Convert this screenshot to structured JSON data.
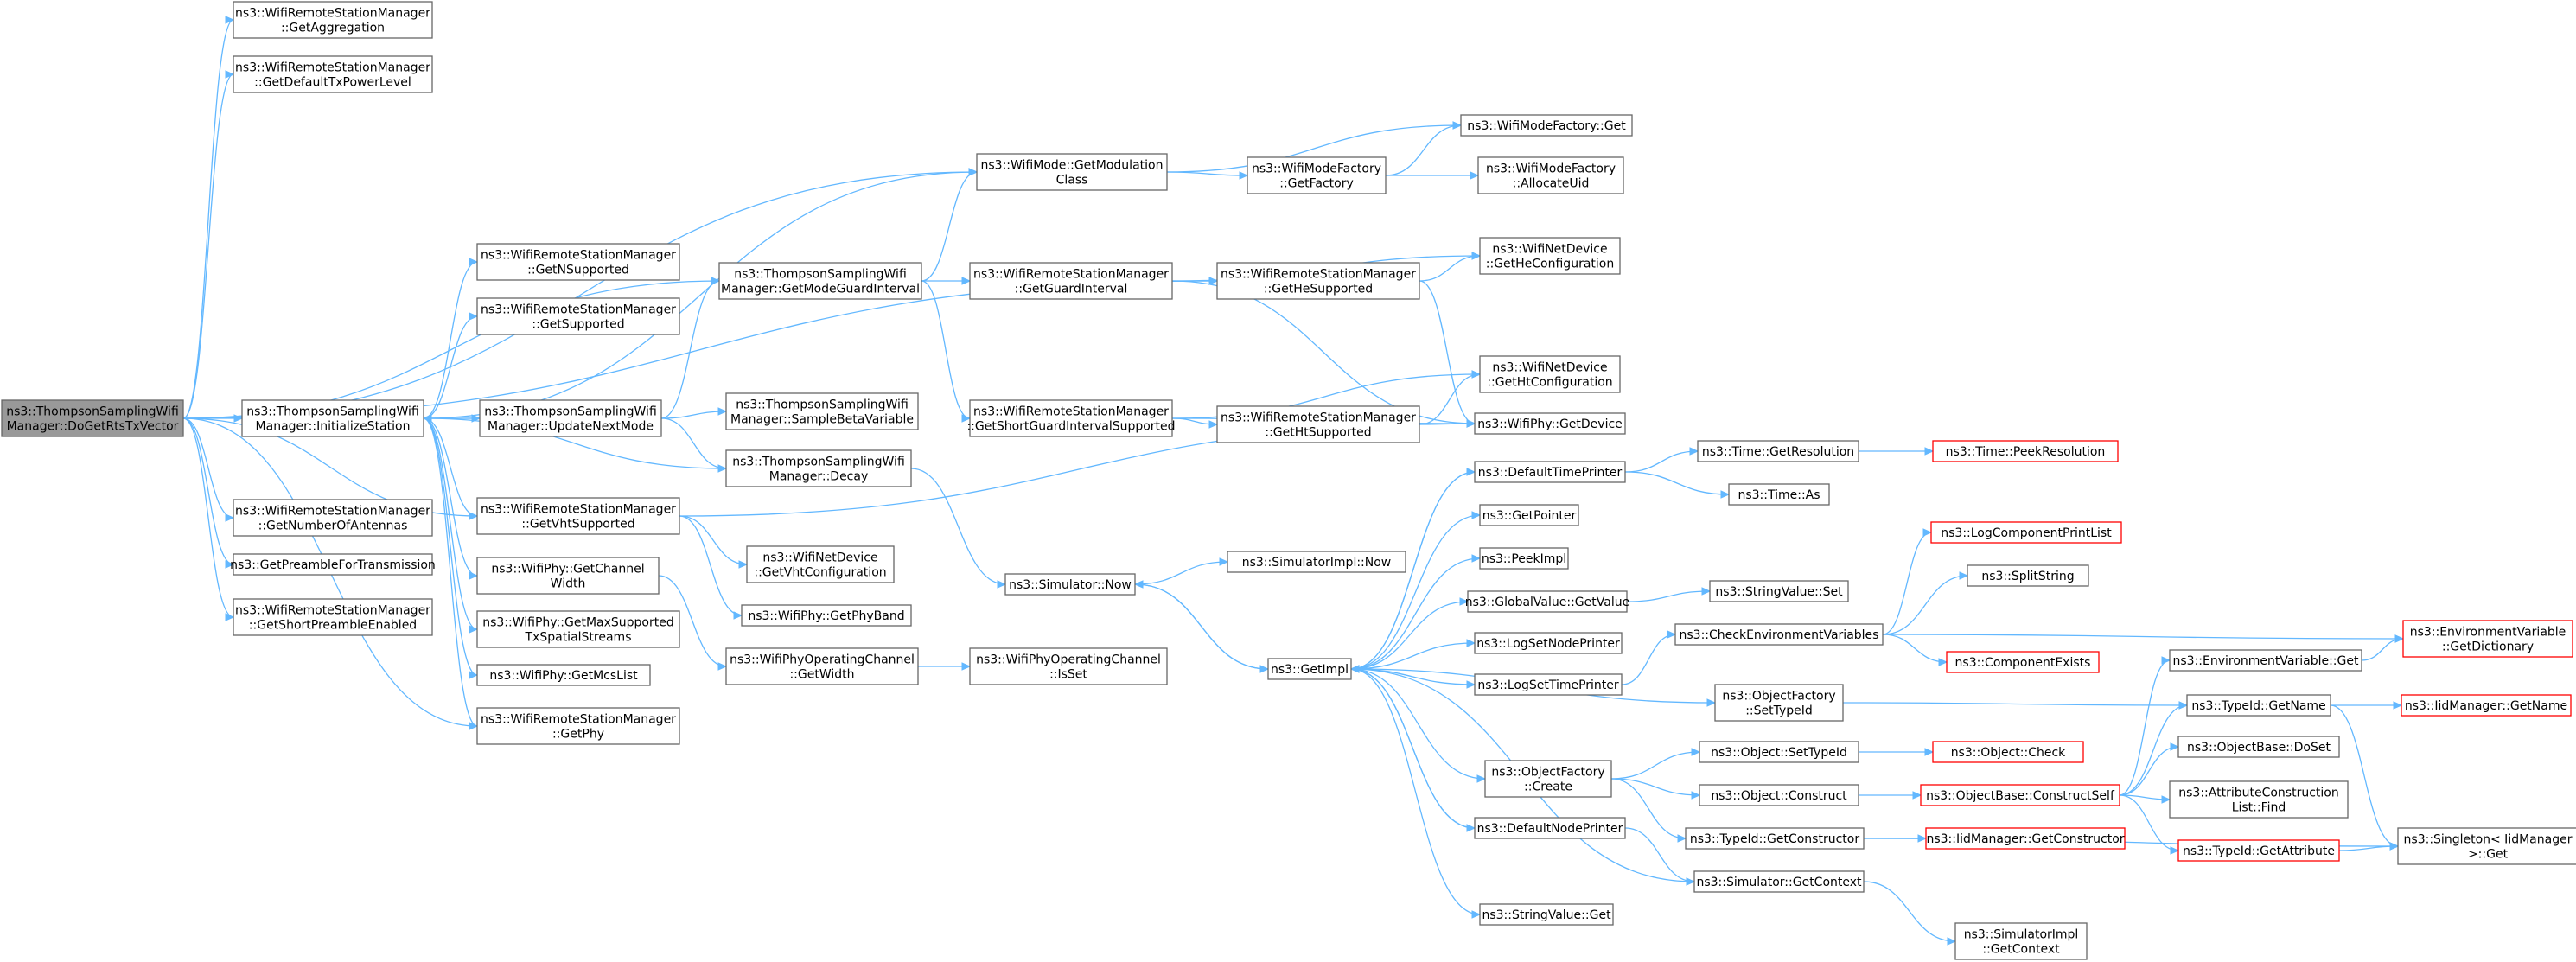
{
  "colors": {
    "edge": "#63b8ff",
    "node_border": "#666666",
    "node_border_incomplete": "#ff0000",
    "root_fill": "#999999"
  },
  "nodes": {
    "root": [
      "ns3::ThompsonSamplingWifi",
      "Manager::DoGetRtsTxVector"
    ],
    "getAggregation": [
      "ns3::WifiRemoteStationManager",
      "::GetAggregation"
    ],
    "getDefaultTxPowerLevel": [
      "ns3::WifiRemoteStationManager",
      "::GetDefaultTxPowerLevel"
    ],
    "getNumberOfAntennas": [
      "ns3::WifiRemoteStationManager",
      "::GetNumberOfAntennas"
    ],
    "getPreambleForTransmission": [
      "ns3::GetPreambleForTransmission"
    ],
    "getShortPreambleEnabled": [
      "ns3::WifiRemoteStationManager",
      "::GetShortPreambleEnabled"
    ],
    "initializeStation": [
      "ns3::ThompsonSamplingWifi",
      "Manager::InitializeStation"
    ],
    "getNSupported": [
      "ns3::WifiRemoteStationManager",
      "::GetNSupported"
    ],
    "getSupported": [
      "ns3::WifiRemoteStationManager",
      "::GetSupported"
    ],
    "updateNextMode": [
      "ns3::ThompsonSamplingWifi",
      "Manager::UpdateNextMode"
    ],
    "getVhtSupported": [
      "ns3::WifiRemoteStationManager",
      "::GetVhtSupported"
    ],
    "getChannelWidth": [
      "ns3::WifiPhy::GetChannel",
      "Width"
    ],
    "getMaxSupportedTxSpatialStreams": [
      "ns3::WifiPhy::GetMaxSupported",
      "TxSpatialStreams"
    ],
    "getMcsList": [
      "ns3::WifiPhy::GetMcsList"
    ],
    "getPhy": [
      "ns3::WifiRemoteStationManager",
      "::GetPhy"
    ],
    "getModeGuardInterval": [
      "ns3::ThompsonSamplingWifi",
      "Manager::GetModeGuardInterval"
    ],
    "sampleBetaVariable": [
      "ns3::ThompsonSamplingWifi",
      "Manager::SampleBetaVariable"
    ],
    "decay": [
      "ns3::ThompsonSamplingWifi",
      "Manager::Decay"
    ],
    "getVhtConfiguration": [
      "ns3::WifiNetDevice",
      "::GetVhtConfiguration"
    ],
    "getPhyBand": [
      "ns3::WifiPhy::GetPhyBand"
    ],
    "getWidth": [
      "ns3::WifiPhyOperatingChannel",
      "::GetWidth"
    ],
    "getModulationClass": [
      "ns3::WifiMode::GetModulation",
      "Class"
    ],
    "getGuardInterval": [
      "ns3::WifiRemoteStationManager",
      "::GetGuardInterval"
    ],
    "getShortGuardIntervalSupported": [
      "ns3::WifiRemoteStationManager",
      "::GetShortGuardIntervalSupported"
    ],
    "simulatorNow": [
      "ns3::Simulator::Now"
    ],
    "isSet": [
      "ns3::WifiPhyOperatingChannel",
      "::IsSet"
    ],
    "getFactory": [
      "ns3::WifiModeFactory",
      "::GetFactory"
    ],
    "getHeSupported": [
      "ns3::WifiRemoteStationManager",
      "::GetHeSupported"
    ],
    "getHtSupported": [
      "ns3::WifiRemoteStationManager",
      "::GetHtSupported"
    ],
    "simulatorImplNow": [
      "ns3::SimulatorImpl::Now"
    ],
    "getImpl": [
      "ns3::GetImpl"
    ],
    "wifiModeFactoryGet": [
      "ns3::WifiModeFactory::Get"
    ],
    "allocateUid": [
      "ns3::WifiModeFactory",
      "::AllocateUid"
    ],
    "getHeConfiguration": [
      "ns3::WifiNetDevice",
      "::GetHeConfiguration"
    ],
    "getHtConfiguration": [
      "ns3::WifiNetDevice",
      "::GetHtConfiguration"
    ],
    "getDevice": [
      "ns3::WifiPhy::GetDevice"
    ],
    "defaultTimePrinter": [
      "ns3::DefaultTimePrinter"
    ],
    "getPointer": [
      "ns3::GetPointer"
    ],
    "peekImpl": [
      "ns3::PeekImpl"
    ],
    "globalValueGetValue": [
      "ns3::GlobalValue::GetValue"
    ],
    "logSetNodePrinter": [
      "ns3::LogSetNodePrinter"
    ],
    "logSetTimePrinter": [
      "ns3::LogSetTimePrinter"
    ],
    "objectFactoryCreate": [
      "ns3::ObjectFactory",
      "::Create"
    ],
    "defaultNodePrinter": [
      "ns3::DefaultNodePrinter"
    ],
    "stringValueGet": [
      "ns3::StringValue::Get"
    ],
    "timeGetResolution": [
      "ns3::Time::GetResolution"
    ],
    "timeAs": [
      "ns3::Time::As"
    ],
    "stringValueSet": [
      "ns3::StringValue::Set"
    ],
    "checkEnvironmentVariables": [
      "ns3::CheckEnvironmentVariables"
    ],
    "objectFactorySetTypeId": [
      "ns3::ObjectFactory",
      "::SetTypeId"
    ],
    "objectSetTypeId": [
      "ns3::Object::SetTypeId"
    ],
    "objectConstruct": [
      "ns3::Object::Construct"
    ],
    "typeIdGetConstructor": [
      "ns3::TypeId::GetConstructor"
    ],
    "simulatorGetContext": [
      "ns3::Simulator::GetContext"
    ],
    "simulatorImplGetContext": [
      "ns3::SimulatorImpl",
      "::GetContext"
    ],
    "timePeekResolution": [
      "ns3::Time::PeekResolution"
    ],
    "logComponentPrintList": [
      "ns3::LogComponentPrintList"
    ],
    "splitString": [
      "ns3::SplitString"
    ],
    "componentExists": [
      "ns3::ComponentExists"
    ],
    "objectCheck": [
      "ns3::Object::Check"
    ],
    "constructSelf": [
      "ns3::ObjectBase::ConstructSelf"
    ],
    "iidGetConstructor": [
      "ns3::IidManager::GetConstructor"
    ],
    "envVarGet": [
      "ns3::EnvironmentVariable::Get"
    ],
    "typeIdGetName": [
      "ns3::TypeId::GetName"
    ],
    "objectBaseDoSet": [
      "ns3::ObjectBase::DoSet"
    ],
    "attrConstructionListFind": [
      "ns3::AttributeConstruction",
      "List::Find"
    ],
    "typeIdGetAttribute": [
      "ns3::TypeId::GetAttribute"
    ],
    "envVarGetDictionary": [
      "ns3::EnvironmentVariable",
      "::GetDictionary"
    ],
    "iidGetName": [
      "ns3::IidManager::GetName"
    ],
    "singletonGet": [
      "ns3::Singleton< IidManager",
      " >::Get"
    ]
  }
}
